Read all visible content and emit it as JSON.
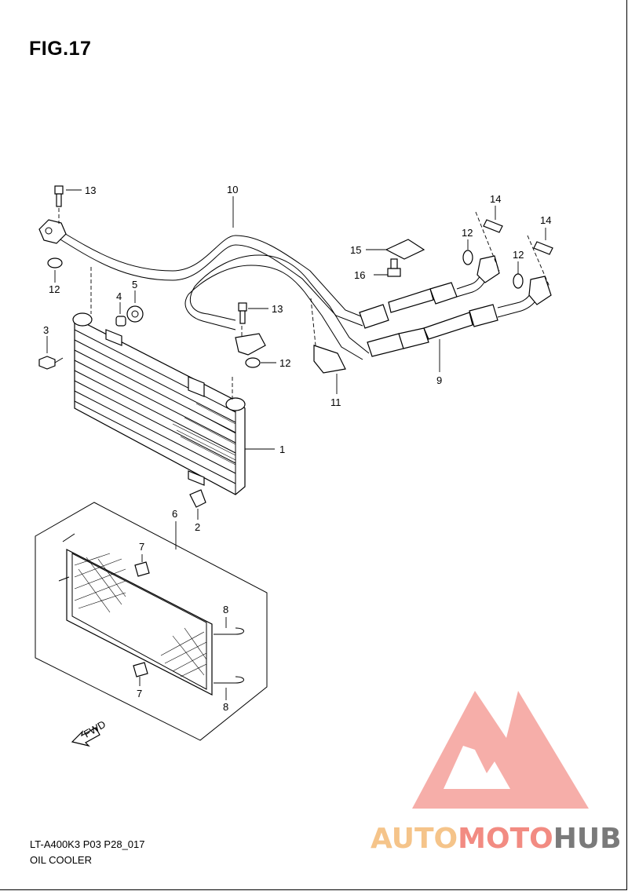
{
  "figure": {
    "title": "FIG.17",
    "code": "LT-A400K3 P03 P28_017",
    "name": "OIL COOLER"
  },
  "callouts": [
    "1",
    "2",
    "3",
    "4",
    "5",
    "6",
    "7",
    "7",
    "8",
    "8",
    "9",
    "10",
    "11",
    "12",
    "12",
    "12",
    "12",
    "13",
    "13",
    "14",
    "14",
    "15",
    "16"
  ],
  "arrow_label": "FWD",
  "watermark": {
    "text_a": "AUTO",
    "text_b": "MOTO",
    "text_c": "HUB",
    "colors": {
      "auto": "#f5c48a",
      "moto": "#f28b82",
      "hub": "#7a7a7a",
      "triangle": "#f4a09a"
    }
  }
}
